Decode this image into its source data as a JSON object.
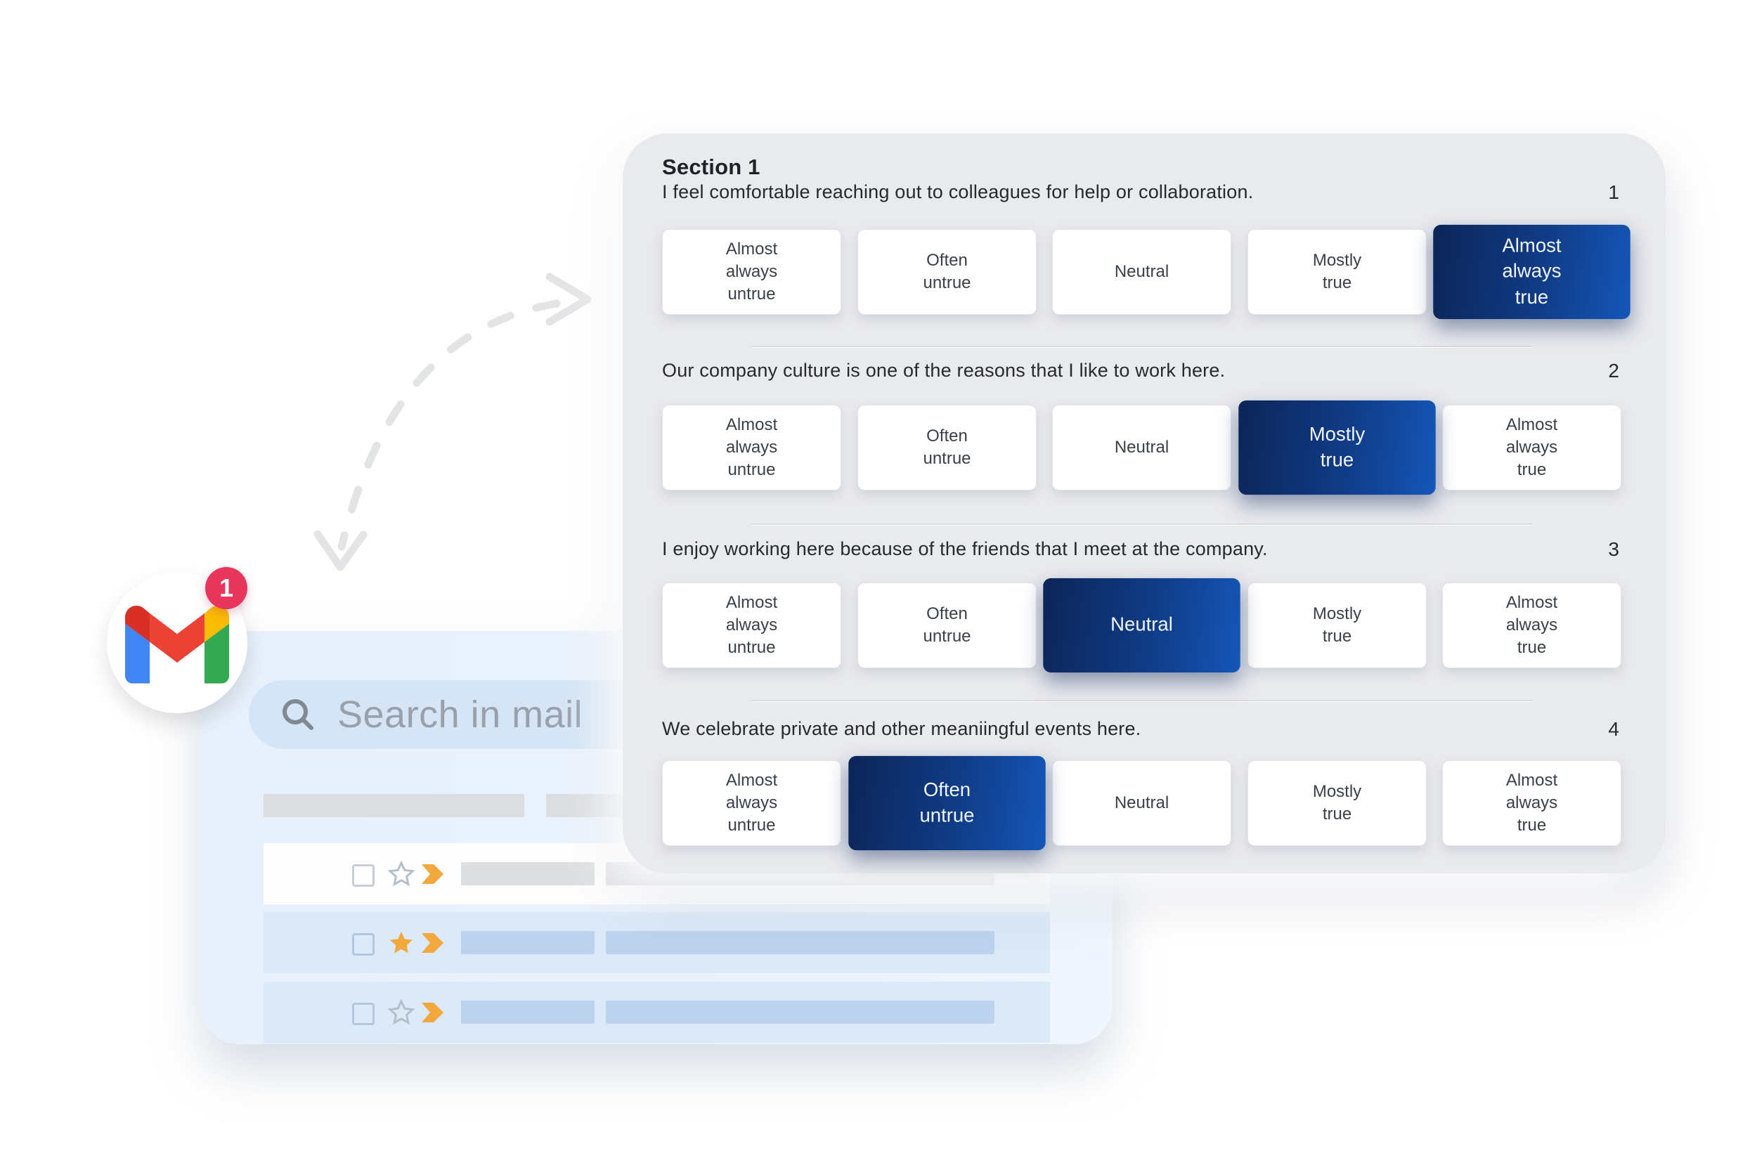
{
  "survey": {
    "section_title": "Section 1",
    "options": [
      "Almost\nalways\nuntrue",
      "Often\nuntrue",
      "Neutral",
      "Mostly\ntrue",
      "Almost\nalways\ntrue"
    ],
    "questions": [
      {
        "number": "1",
        "text": "I feel comfortable reaching out to colleagues for help or collaboration.",
        "selected_index": 4,
        "selected_label": "Almost always true"
      },
      {
        "number": "2",
        "text": "Our company culture is one of the reasons that I like to work here.",
        "selected_index": 3,
        "selected_label": "Mostly true"
      },
      {
        "number": "3",
        "text": "I enjoy working here because of the friends that I meet at the company.",
        "selected_index": 2,
        "selected_label": "Neutral"
      },
      {
        "number": "4",
        "text": "We celebrate private and other meaniingful events here.",
        "selected_index": 1,
        "selected_label": "Often untrue"
      }
    ],
    "colors": {
      "panel_bg": "#e9eaee",
      "selected_gradient_start": "#0c2558",
      "selected_gradient_end": "#1556b8",
      "option_bg": "#ffffff"
    }
  },
  "gmail": {
    "badge_count": "1",
    "logo_icon": "gmail-m-icon",
    "colors": {
      "blue": "#4285f4",
      "red": "#ea4335",
      "dark_red": "#d93025",
      "yellow": "#fbbc04",
      "green": "#34a853",
      "badge": "#e7355c"
    }
  },
  "mockup": {
    "search_placeholder": "Search in mail",
    "search_icon": "search-icon",
    "rows": [
      {
        "style": "white",
        "star": "outline",
        "checkbox": "unchecked"
      },
      {
        "style": "blue",
        "star": "filled",
        "checkbox": "unchecked"
      },
      {
        "style": "blue",
        "star": "outline",
        "checkbox": "unchecked"
      }
    ],
    "colors": {
      "panel_bg": "#e8f1fb",
      "search_pill": "#d5e5f6",
      "row_highlight": "#dbe9f8",
      "bar_blue": "#bdd2ec",
      "bar_gray": "#dcdee0",
      "star_orange": "#f2a83c"
    }
  },
  "arrow": {
    "style": "dashed-curved-double-chevron",
    "color": "#e3e4e6"
  }
}
